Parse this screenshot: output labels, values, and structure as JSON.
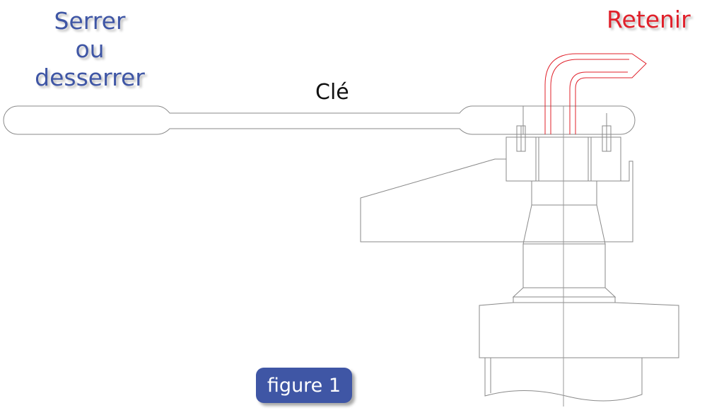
{
  "labels": {
    "tighten_line1": "Serrer",
    "tighten_line2": "ou",
    "tighten_line3": "desserrer",
    "hold": "Retenir",
    "wrench": "Clé"
  },
  "figure_badge": "figure 1",
  "colors": {
    "label_blue": "#3f56a5",
    "label_red": "#e0202a",
    "drawing_line": "#8a8a8a",
    "badge_bg": "#3f56a5",
    "badge_text": "#ffffff"
  }
}
